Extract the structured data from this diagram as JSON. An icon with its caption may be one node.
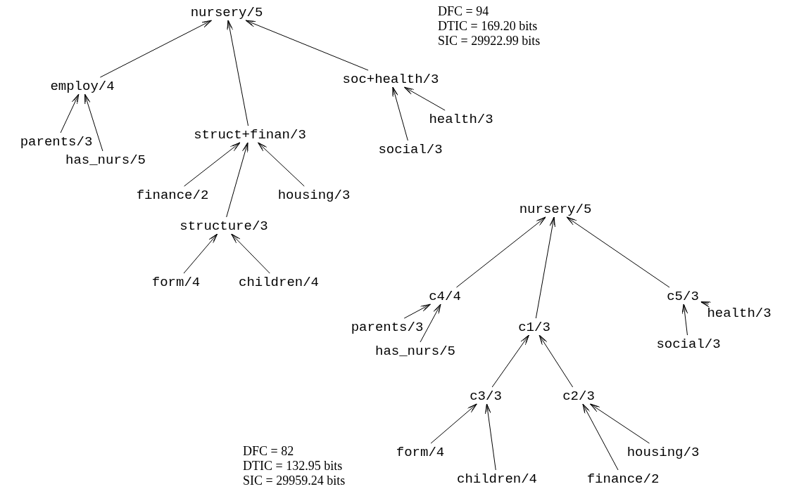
{
  "diagram": {
    "nodes": [
      {
        "text": [
          "nursery/5"
        ]
      },
      {
        "text": [
          "employ/4"
        ]
      },
      {
        "text": [
          "soc+health/3"
        ]
      },
      {
        "text": [
          "parents/3"
        ]
      },
      {
        "text": [
          "has_nurs/5"
        ]
      },
      {
        "text": [
          "struct+finan/3"
        ]
      },
      {
        "text": [
          "health/3"
        ]
      },
      {
        "text": [
          "social/3"
        ]
      },
      {
        "text": [
          "finance/2"
        ]
      },
      {
        "text": [
          "housing/3"
        ]
      },
      {
        "text": [
          "structure/3"
        ]
      },
      {
        "text": [
          "form/4"
        ]
      },
      {
        "text": [
          "children/4"
        ]
      },
      {
        "text": [
          "nursery/5"
        ]
      },
      {
        "text": [
          "c4/4"
        ]
      },
      {
        "text": [
          "c5/3"
        ]
      },
      {
        "text": [
          "parents/3"
        ]
      },
      {
        "text": [
          "health/3"
        ]
      },
      {
        "text": [
          "c1/3"
        ]
      },
      {
        "text": [
          "has_nurs/5"
        ]
      },
      {
        "text": [
          "social/3"
        ]
      },
      {
        "text": [
          "c3/3"
        ]
      },
      {
        "text": [
          "c2/3"
        ]
      },
      {
        "text": [
          "form/4"
        ]
      },
      {
        "text": [
          "housing/3"
        ]
      },
      {
        "text": [
          "children/4"
        ]
      },
      {
        "text": [
          "finance/2"
        ]
      }
    ],
    "edges": [
      {
        "from": 1,
        "to": 0,
        "arrow": "to"
      },
      {
        "from": 5,
        "to": 0,
        "arrow": "to"
      },
      {
        "from": 2,
        "to": 0,
        "arrow": "to"
      },
      {
        "from": 3,
        "to": 1,
        "arrow": "to"
      },
      {
        "from": 4,
        "to": 1,
        "arrow": "to"
      },
      {
        "from": 6,
        "to": 2,
        "arrow": "to"
      },
      {
        "from": 7,
        "to": 2,
        "arrow": "to"
      },
      {
        "from": 8,
        "to": 5,
        "arrow": "to"
      },
      {
        "from": 9,
        "to": 5,
        "arrow": "to"
      },
      {
        "from": 10,
        "to": 5,
        "arrow": "to"
      },
      {
        "from": 11,
        "to": 10,
        "arrow": "to"
      },
      {
        "from": 12,
        "to": 10,
        "arrow": "to"
      },
      {
        "from": 14,
        "to": 13,
        "arrow": "to"
      },
      {
        "from": 18,
        "to": 13,
        "arrow": "to"
      },
      {
        "from": 15,
        "to": 13,
        "arrow": "to"
      },
      {
        "from": 16,
        "to": 14,
        "arrow": "to"
      },
      {
        "from": 19,
        "to": 14,
        "arrow": "to"
      },
      {
        "from": 17,
        "to": 15,
        "arrow": "to"
      },
      {
        "from": 20,
        "to": 15,
        "arrow": "to"
      },
      {
        "from": 21,
        "to": 18,
        "arrow": "to"
      },
      {
        "from": 22,
        "to": 18,
        "arrow": "to"
      },
      {
        "from": 23,
        "to": 21,
        "arrow": "to"
      },
      {
        "from": 25,
        "to": 21,
        "arrow": "to"
      },
      {
        "from": 26,
        "to": 22,
        "arrow": "to"
      },
      {
        "from": 24,
        "to": 22,
        "arrow": "to"
      }
    ],
    "labels": [
      "DFC = 94",
      "DTIC = 169.20 bits",
      "SIC = 29922.99 bits",
      "DFC = 82",
      "DTIC = 132.95 bits",
      "SIC = 29959.24 bits"
    ]
  }
}
